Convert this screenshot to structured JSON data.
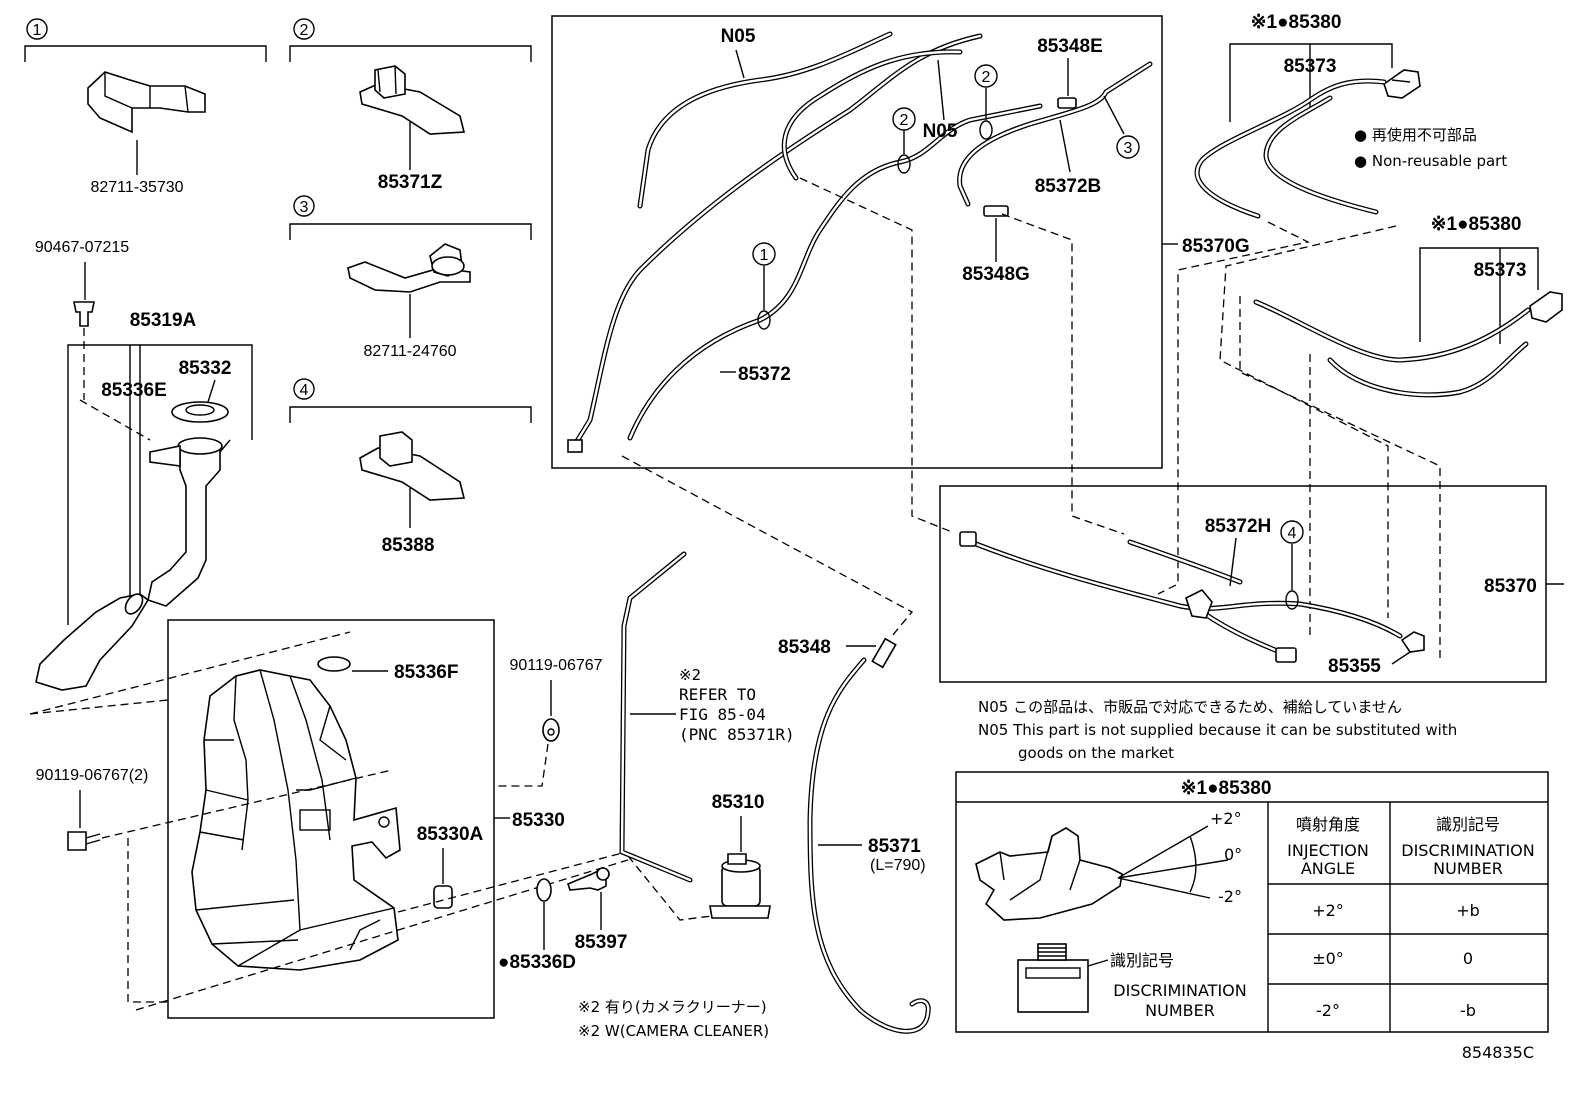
{
  "groups": [
    {
      "num": "1"
    },
    {
      "num": "2"
    },
    {
      "num": "3"
    },
    {
      "num": "4"
    }
  ],
  "labels": {
    "p82711_35730": "82711-35730",
    "p85371Z": "85371Z",
    "p82711_24760": "82711-24760",
    "p85388": "85388",
    "p90467_07215": "90467-07215",
    "p85319A": "85319A",
    "p85332": "85332",
    "p85336E": "85336E",
    "p85336F": "85336F",
    "p90119_06767": "90119-06767",
    "p90119_06767_2": "90119-06767(2)",
    "p85330": "85330",
    "p85330A": "85330A",
    "p85336D": "●85336D",
    "p85397": "85397",
    "p85310": "85310",
    "p85371": "85371",
    "p85371_length": "(L=790)",
    "p85348": "85348",
    "N05": "N05",
    "p85348E": "85348E",
    "p85372B": "85372B",
    "p85348G": "85348G",
    "p85372": "85372",
    "p85370G": "85370G",
    "p85380_marked": "※1●85380",
    "p85373": "85373",
    "p85372H": "85372H",
    "p85370": "85370",
    "p85355": "85355"
  },
  "reference": {
    "mark": "※2",
    "line1": "REFER TO",
    "line2": "FIG 85-04",
    "line3": "(PNC 85371R)"
  },
  "notes": {
    "camera_jp": "※2 有り(カメラクリーナー)",
    "camera_en": "※2 W(CAMERA CLEANER)",
    "non_reusable_jp": "● 再使用不可部品",
    "non_reusable_en": "● Non-reusable part",
    "n05_jp": "N05 この部品は、市販品で対応できるため、補給していません",
    "n05_en_1": "N05 This part is not supplied because it can be substituted with",
    "n05_en_2": "goods on the market"
  },
  "table": {
    "title": "※1●85380",
    "col1_jp": "噴射角度",
    "col1_en_1": "INJECTION",
    "col1_en_2": "ANGLE",
    "col2_jp": "識別記号",
    "col2_en_1": "DISCRIMINATION",
    "col2_en_2": "NUMBER",
    "rows": [
      {
        "angle": "+2°",
        "code": "+b"
      },
      {
        "angle": "±0°",
        "code": "0"
      },
      {
        "angle": "-2°",
        "code": "-b"
      }
    ],
    "angle_marks": {
      "plus": "+2°",
      "zero": "0°",
      "minus": "-2°"
    },
    "disc_jp": "識別記号",
    "disc_en_1": "DISCRIMINATION",
    "disc_en_2": "NUMBER"
  },
  "diagram_code": "854835C"
}
